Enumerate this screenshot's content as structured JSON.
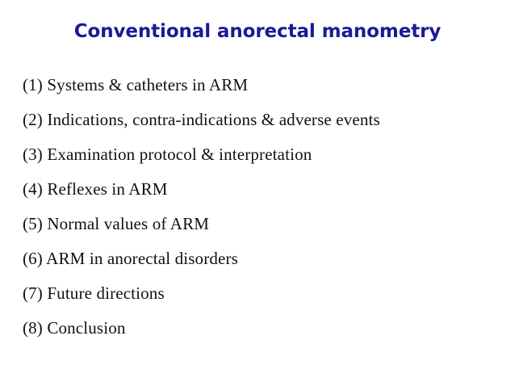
{
  "slide": {
    "title": "Conventional anorectal manometry",
    "title_color": "#1a1a96",
    "background_color": "#ffffff",
    "body_color": "#111111",
    "outline": [
      "(1) Systems & catheters in ARM",
      "(2) Indications, contra-indications & adverse events",
      "(3) Examination protocol & interpretation",
      "(4) Reflexes in ARM",
      "(5) Normal values of ARM",
      "(6) ARM in anorectal disorders",
      "(7) Future directions",
      "(8) Conclusion"
    ]
  }
}
